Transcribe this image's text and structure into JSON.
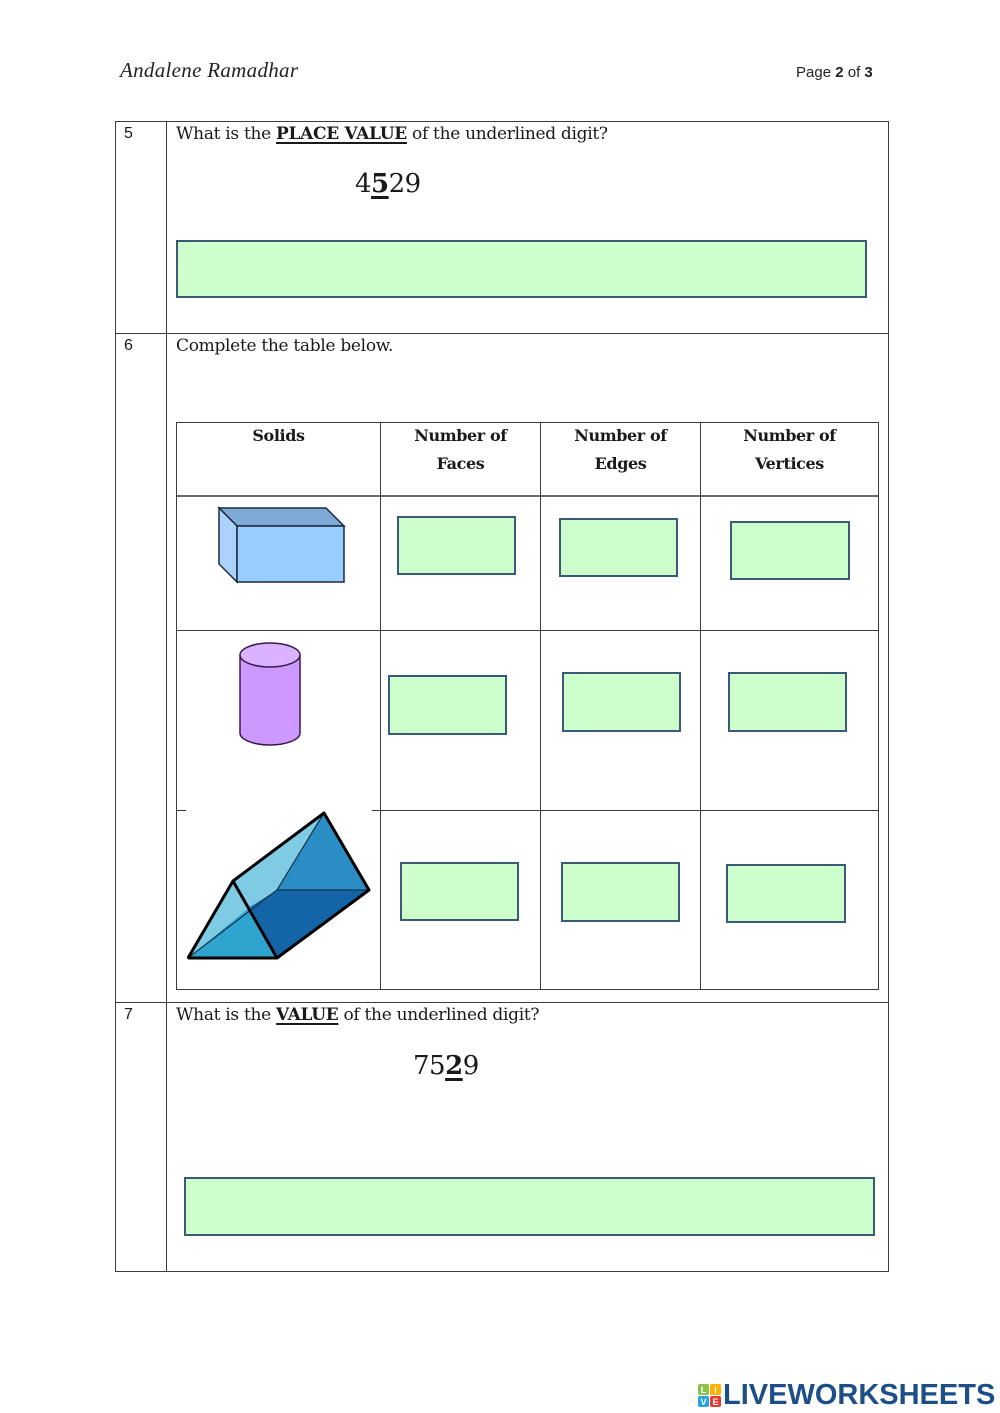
{
  "header": {
    "author": "Andalene Ramadhar",
    "page_label": "Page",
    "page_current": "2",
    "page_of": "of",
    "page_total": "3"
  },
  "questions": [
    {
      "number": "5",
      "text_before": "What is the ",
      "text_emphasis": "PLACE VALUE",
      "text_after": " of the underlined digit?",
      "value_parts": [
        "4",
        "5",
        "29"
      ],
      "underlined_digit": "5",
      "answer": ""
    },
    {
      "number": "6",
      "text": "Complete the table below.",
      "table": {
        "headers": [
          "Solids",
          "Number of Faces",
          "Number of Edges",
          "Number of Vertices"
        ],
        "header_lines": [
          [
            "Solids"
          ],
          [
            "Number of",
            "Faces"
          ],
          [
            "Number of",
            "Edges"
          ],
          [
            "Number of",
            "Vertices"
          ]
        ],
        "rows": [
          {
            "solid": "rectangular-prism",
            "faces": "",
            "edges": "",
            "vertices": ""
          },
          {
            "solid": "cylinder",
            "faces": "",
            "edges": "",
            "vertices": ""
          },
          {
            "solid": "triangular-prism",
            "faces": "",
            "edges": "",
            "vertices": ""
          }
        ]
      }
    },
    {
      "number": "7",
      "text_before": "What is the ",
      "text_emphasis": "VALUE",
      "text_after": " of the underlined digit?",
      "value_parts": [
        "75",
        "2",
        "9"
      ],
      "underlined_digit": "2",
      "answer": ""
    }
  ],
  "colors": {
    "answer_fill": "#ccffcc",
    "answer_border": "#3b5a78",
    "prism_blue": "#99ccff",
    "cylinder_purple": "#cc99ff",
    "logo_blue": "#1c4e87"
  },
  "footer": {
    "logo_letters": [
      "L",
      "I",
      "V",
      "E"
    ],
    "brand": "LIVEWORKSHEETS"
  }
}
